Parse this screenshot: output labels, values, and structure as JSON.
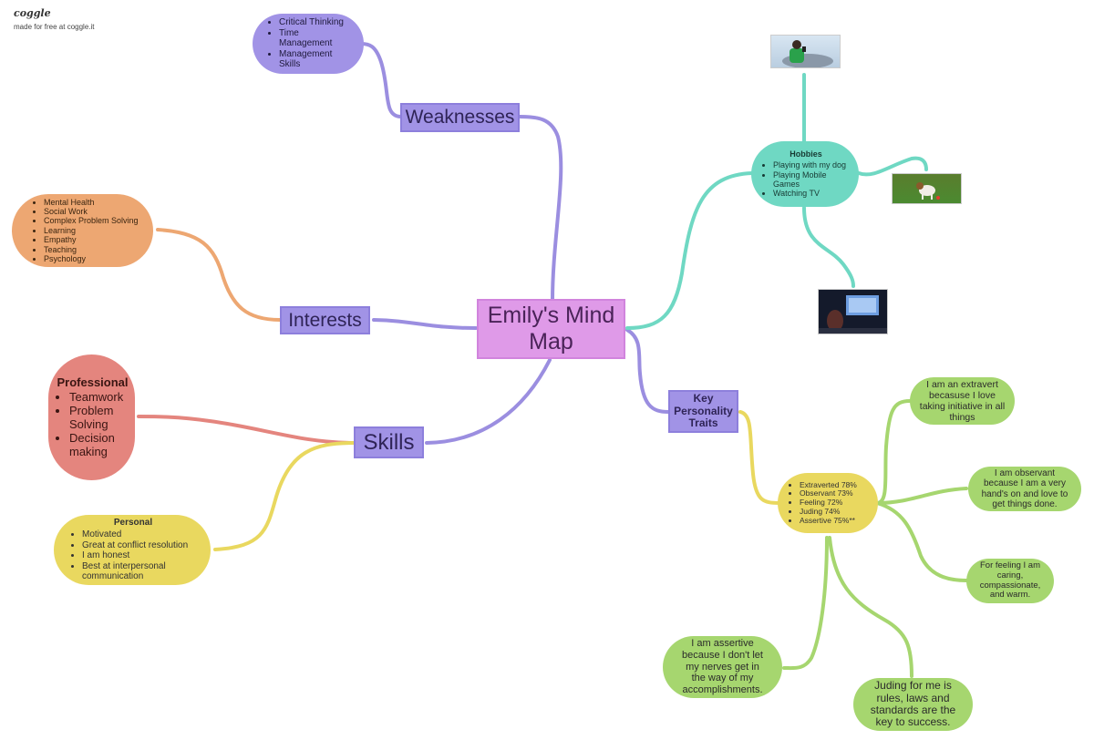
{
  "brand": {
    "logo": "coggle",
    "subtitle": "made for free at coggle.it"
  },
  "colors": {
    "center": "#df9ae8",
    "branch": "#a193e6",
    "purple_link": "#9b8ee0",
    "teal": "#6fd8c3",
    "orange": "#eda772",
    "red": "#e4857e",
    "yellow": "#e9d85f",
    "green": "#a6d66f"
  },
  "center": {
    "label": "Emily's Mind Map"
  },
  "weaknesses": {
    "label": "Weaknesses",
    "items": [
      "Critical Thinking",
      "Time Management",
      "Management Skills"
    ]
  },
  "interests": {
    "label": "Interests",
    "items": [
      "Mental Health",
      "Social Work",
      "Complex Problem Solving",
      "Learning",
      "Empathy",
      "Teaching",
      "Psychology"
    ]
  },
  "skills": {
    "label": "Skills",
    "professional": {
      "title": "Professional",
      "items": [
        "Teamwork",
        "Problem Solving",
        "Decision making"
      ]
    },
    "personal": {
      "title": "Personal",
      "items": [
        "Motivated",
        "Great at conflict resolution",
        "I am honest",
        "Best at interpersonal communication"
      ]
    }
  },
  "hobbies": {
    "title": "Hobbies",
    "items": [
      "Playing with my dog",
      "Playing Mobile Games",
      "Watching TV"
    ],
    "images": [
      "person-phone-photo",
      "dog-photo",
      "tv-watching-photo"
    ]
  },
  "traits": {
    "label": "Key Personality Traits",
    "items": [
      "Extraverted 78%",
      "Observant 73%",
      "Feeling 72%",
      "Juding 74%",
      "Assertive 75%**"
    ],
    "notes": {
      "extravert": "I am an extravert becasuse I love taking initiative in all things",
      "observant": "I am observant because I am a very hand's on and love to get things done.",
      "feeling": "For feeling I am caring, compassionate, and warm.",
      "assertive": "I am assertive because I don't let my nerves get in the way of my accomplishments.",
      "juding": "Juding for me is rules, laws and standards are the key to success."
    }
  }
}
